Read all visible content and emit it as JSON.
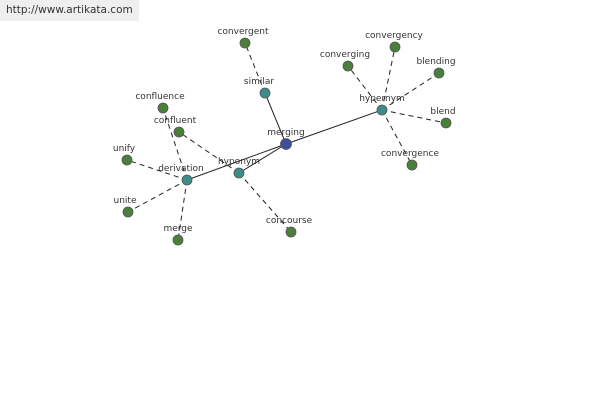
{
  "header": {
    "url": "http://www.artikata.com"
  },
  "colors": {
    "center": "#3c4e9a",
    "relation": "#3d8c8c",
    "word": "#4a7f3c"
  },
  "graph": {
    "nodes": [
      {
        "id": "merging",
        "label": "merging",
        "kind": "center"
      },
      {
        "id": "similar",
        "label": "similar",
        "kind": "relation"
      },
      {
        "id": "hypernym",
        "label": "hypernym",
        "kind": "relation"
      },
      {
        "id": "hyponym",
        "label": "hyponym",
        "kind": "relation"
      },
      {
        "id": "derivation",
        "label": "derivation",
        "kind": "relation"
      },
      {
        "id": "convergent",
        "label": "convergent",
        "kind": "word"
      },
      {
        "id": "convergency",
        "label": "convergency",
        "kind": "word"
      },
      {
        "id": "converging",
        "label": "converging",
        "kind": "word"
      },
      {
        "id": "blending",
        "label": "blending",
        "kind": "word"
      },
      {
        "id": "blend",
        "label": "blend",
        "kind": "word"
      },
      {
        "id": "convergence",
        "label": "convergence",
        "kind": "word"
      },
      {
        "id": "confluence",
        "label": "confluence",
        "kind": "word"
      },
      {
        "id": "confluent",
        "label": "confluent",
        "kind": "word"
      },
      {
        "id": "unify",
        "label": "unify",
        "kind": "word"
      },
      {
        "id": "unite",
        "label": "unite",
        "kind": "word"
      },
      {
        "id": "merge",
        "label": "merge",
        "kind": "word"
      },
      {
        "id": "concourse",
        "label": "concourse",
        "kind": "word"
      }
    ],
    "edges": [
      {
        "from": "merging",
        "to": "similar",
        "style": "solid"
      },
      {
        "from": "merging",
        "to": "hypernym",
        "style": "solid"
      },
      {
        "from": "merging",
        "to": "hyponym",
        "style": "solid"
      },
      {
        "from": "merging",
        "to": "derivation",
        "style": "solid"
      },
      {
        "from": "similar",
        "to": "convergent",
        "style": "dashed"
      },
      {
        "from": "hypernym",
        "to": "convergency",
        "style": "dashed"
      },
      {
        "from": "hypernym",
        "to": "converging",
        "style": "dashed"
      },
      {
        "from": "hypernym",
        "to": "blending",
        "style": "dashed"
      },
      {
        "from": "hypernym",
        "to": "blend",
        "style": "dashed"
      },
      {
        "from": "hypernym",
        "to": "convergence",
        "style": "dashed"
      },
      {
        "from": "hyponym",
        "to": "confluent",
        "style": "dashed"
      },
      {
        "from": "hyponym",
        "to": "concourse",
        "style": "dashed"
      },
      {
        "from": "derivation",
        "to": "confluence",
        "style": "dashed"
      },
      {
        "from": "derivation",
        "to": "unify",
        "style": "dashed"
      },
      {
        "from": "derivation",
        "to": "unite",
        "style": "dashed"
      },
      {
        "from": "derivation",
        "to": "merge",
        "style": "dashed"
      }
    ]
  }
}
